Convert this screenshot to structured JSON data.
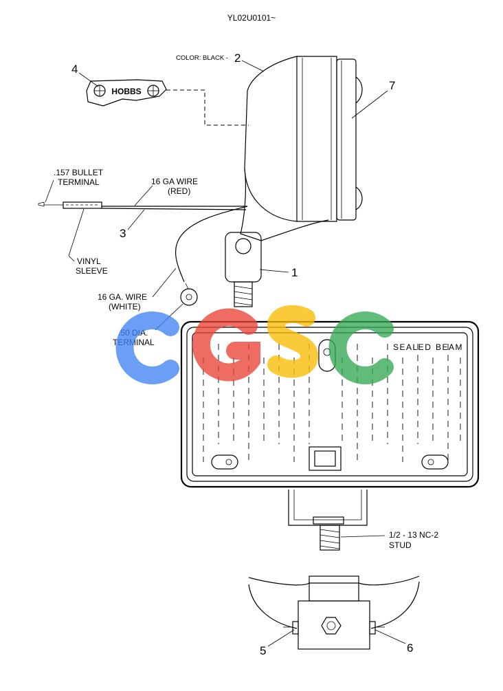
{
  "header": {
    "drawing_id": "YL02U0101~"
  },
  "labels": {
    "color": "COLOR: BLACK -",
    "hobbs": "HOBBS",
    "bullet_1": ".157 BULLET",
    "bullet_2": "TERMINAL",
    "red_1": "16 GA  WIRE",
    "red_2": "(RED)",
    "vinyl_1": "VINYL",
    "vinyl_2": "SLEEVE",
    "white_1": "16 GA. WIRE",
    "white_2": "(WHITE)",
    "term_1": ".50 DIA.",
    "term_2": "TERMINAL",
    "sealed": "SEALED",
    "beam": "BEAM",
    "stud_1": "1/2 - 13 NC-2",
    "stud_2": "STUD"
  },
  "callouts": {
    "c1": "1",
    "c2": "2",
    "c3": "3",
    "c4": "4",
    "c5": "5",
    "c6": "6",
    "c7": "7"
  },
  "watermark": {
    "letters": [
      "C",
      "G",
      "S",
      "C"
    ],
    "colors": [
      "#4285F4",
      "#EA4335",
      "#FBBC05",
      "#34A853"
    ]
  }
}
